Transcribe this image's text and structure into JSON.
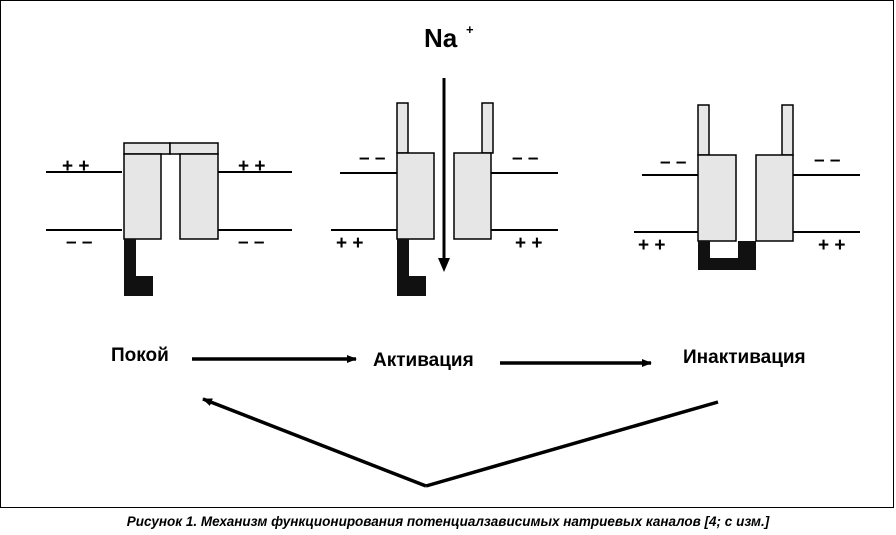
{
  "ion": {
    "symbol": "Na",
    "charge": "+"
  },
  "states": {
    "rest": {
      "label": "Покой",
      "outer_charge_left": "+ +",
      "outer_charge_right": "+ +",
      "inner_charge_left": "– –",
      "inner_charge_right": "– –"
    },
    "activation": {
      "label": "Активация",
      "outer_charge_left": "– –",
      "outer_charge_right": "– –",
      "inner_charge_left": "+ +",
      "inner_charge_right": "+ +"
    },
    "inactivation": {
      "label": "Инактивация",
      "outer_charge_left": "– –",
      "outer_charge_right": "– –",
      "inner_charge_left": "+ +",
      "inner_charge_right": "+ +"
    }
  },
  "caption": "Рисунок 1. Механизм функционирования потенциалзависимых натриевых каналов [4; с изм.]",
  "colors": {
    "protein_fill": "#e6e6e6",
    "gate_fill": "#111111",
    "line": "#000000"
  }
}
